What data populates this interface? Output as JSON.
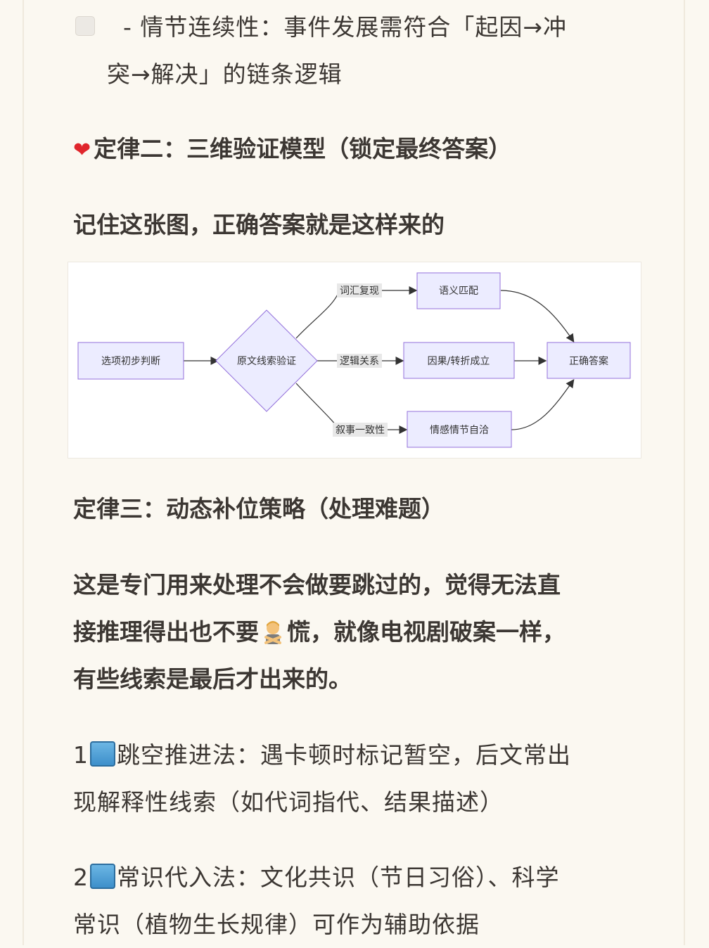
{
  "intro": {
    "line1": "- 情节连续性：事件发展需符合「起因→冲",
    "line2": "突→解决」的链条逻辑"
  },
  "law2": {
    "heart_icon": "red-heart-icon",
    "title": "定律二：三维验证模型（锁定最终答案）"
  },
  "remember_text": "记住这张图，正确答案就是这样来的",
  "diagram": {
    "nodes": {
      "start": "选项初步判断",
      "verify": "原文线索验证",
      "semantic": "语义匹配",
      "causal": "因果/转折成立",
      "emotion": "情感情节自洽",
      "answer": "正确答案"
    },
    "edges": {
      "vocab": "词汇复现",
      "logic": "逻辑关系",
      "narrative": "叙事一致性"
    },
    "colors": {
      "node_fill": "#ececff",
      "node_stroke": "#9370db",
      "edge": "#333333"
    }
  },
  "law3": {
    "title": "定律三：动态补位策略（处理难题）"
  },
  "paragraph": {
    "line1": "这是专门用来处理不会做要跳过的，觉得无法直",
    "line2_a": "接推理得出也不要",
    "line2_icon": "person-gesturing-no-icon",
    "line2_b": "慌，就像电视剧破案一样，",
    "line3": "有些线索是最后才出来的。"
  },
  "tip1": {
    "number": "1",
    "icon": "blue-square-icon",
    "line1": "跳空推进法：遇卡顿时标记暂空，后文常出",
    "line2": "现解释性线索（如代词指代、结果描述）"
  },
  "tip2": {
    "number": "2",
    "icon": "blue-square-icon",
    "line1": "常识代入法：文化共识（节日习俗）、科学",
    "line2": "常识（植物生长规律）可作为辅助依据"
  }
}
